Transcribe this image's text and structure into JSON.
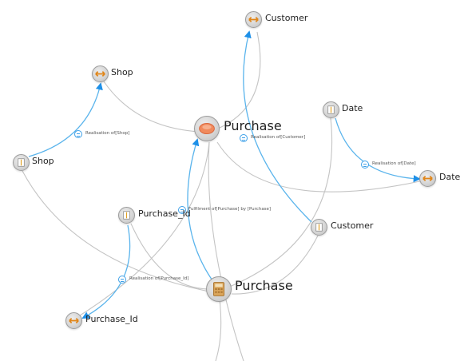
{
  "nodes": {
    "shop_top": {
      "label": "Shop",
      "icon": "arrows-horizontal-icon"
    },
    "shop_left": {
      "label": "Shop",
      "icon": "attribute-icon"
    },
    "customer_top": {
      "label": "Customer",
      "icon": "arrows-horizontal-icon"
    },
    "customer_mid": {
      "label": "Customer",
      "icon": "attribute-icon"
    },
    "date_top": {
      "label": "Date",
      "icon": "attribute-icon"
    },
    "date_right": {
      "label": "Date",
      "icon": "arrows-horizontal-icon"
    },
    "purchase_main": {
      "label": "Purchase",
      "icon": "cube-icon"
    },
    "purchase_calc": {
      "label": "Purchase",
      "icon": "calculator-icon"
    },
    "purchase_id_top": {
      "label": "Purchase_Id",
      "icon": "attribute-icon"
    },
    "purchase_id_bottom": {
      "label": "Purchase_Id",
      "icon": "arrows-horizontal-icon"
    }
  },
  "relations": {
    "realisation_shop": "Realisation of[Shop]",
    "realisation_customer": "Realisation of[Customer]",
    "realisation_date": "Realisation of[Date]",
    "fulfilment_purchase": "Fulfilment of[Purchase] by [Purchase]",
    "realisation_purchase_id": "Realisation of[Purchase_Id]"
  },
  "colors": {
    "relation_edge": "#5ab4ec",
    "arrowhead": "#1e90e8",
    "plain_edge": "#c4c4c4",
    "arrow_glyph": "#e0861a",
    "cube_glyph": "#f08a5d"
  }
}
